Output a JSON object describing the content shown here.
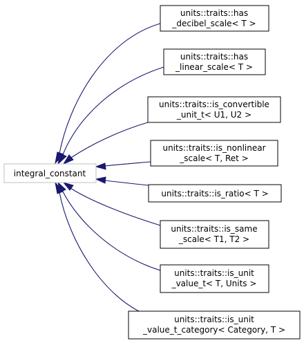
{
  "diagram": {
    "base": {
      "label": "integral_constant"
    },
    "derived": [
      {
        "lines": [
          "units::traits::has",
          "_decibel_scale< T >"
        ]
      },
      {
        "lines": [
          "units::traits::has",
          "_linear_scale< T >"
        ]
      },
      {
        "lines": [
          "units::traits::is_convertible",
          "_unit_t< U1, U2 >"
        ]
      },
      {
        "lines": [
          "units::traits::is_nonlinear",
          "_scale< T, Ret >"
        ]
      },
      {
        "lines": [
          "units::traits::is_ratio< T >"
        ]
      },
      {
        "lines": [
          "units::traits::is_same",
          "_scale< T1, T2 >"
        ]
      },
      {
        "lines": [
          "units::traits::is_unit",
          "_value_t< T, Units >"
        ]
      },
      {
        "lines": [
          "units::traits::is_unit",
          "_value_t_category< Category, T >"
        ]
      }
    ],
    "colors": {
      "edge": "#191970",
      "base_border": "#bfbfbf",
      "node_border": "#000000"
    }
  }
}
